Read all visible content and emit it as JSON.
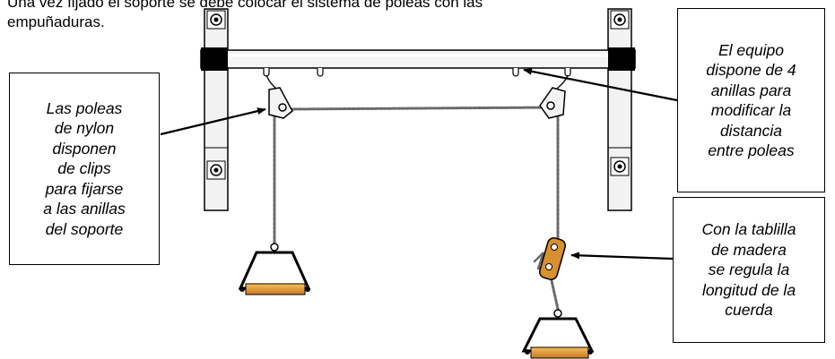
{
  "intro_text": "Una vez fijado el soporte se debe colocar el sistema de poleas con las\nempuñaduras.",
  "callouts": {
    "pulleys": "Las poleas\nde nylon\ndisponen\nde clips\npara fijarse\na las anillas\ndel soporte",
    "rings": "El equipo\ndispone de 4\nanillas para\nmodificar la\ndistancia\nentre poleas",
    "board": "Con la tablilla\nde madera\nse regula la\nlongitud de la\ncuerda"
  },
  "colors": {
    "frame": "#f2f2f2",
    "frame_stroke": "#000000",
    "clamp": "#000000",
    "handle_grip": "#e8a33a",
    "wood_board": "#d9902e",
    "rope": "#8a8a8a"
  },
  "icons": [
    "screw-icon",
    "pulley-icon",
    "ring-icon",
    "handle-icon",
    "wood-board-icon",
    "arrow-icon"
  ]
}
